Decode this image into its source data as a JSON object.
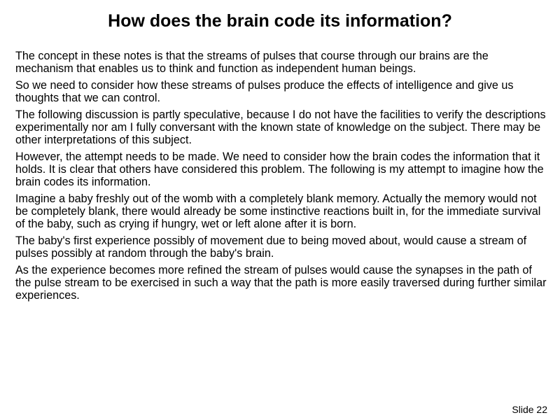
{
  "slide": {
    "title": "How does the brain code its information?",
    "paragraphs": [
      "The concept in these notes is that the streams of pulses that course through our brains are the mechanism that enables us to think and function as independent human beings.",
      "So we need to consider how these streams of pulses produce the effects of intelligence and give us thoughts that we can control.",
      "The following discussion is partly speculative, because I do not have the facilities to verify the descriptions experimentally nor am I fully conversant with the known state of knowledge on the subject.  There may be other interpretations of this subject.",
      "However, the attempt needs to be made. We need to consider how the brain codes the information that it holds.  It is clear that others have considered this problem. The following is my attempt to imagine how the brain codes its information.",
      "Imagine a baby freshly out of the womb with a completely blank memory. Actually the memory would not be completely blank, there would already be some instinctive reactions built in, for the immediate survival of the baby, such as crying if hungry, wet or left alone after it is born.",
      "The baby's first experience possibly of movement due to being moved about, would cause a stream of pulses possibly at random through the baby's brain.",
      "As the experience becomes more refined the stream of pulses would cause the synapses in the path of the pulse stream to be exercised in such a way that the path is more easily traversed during further similar experiences."
    ],
    "slide_number": "Slide 22"
  }
}
